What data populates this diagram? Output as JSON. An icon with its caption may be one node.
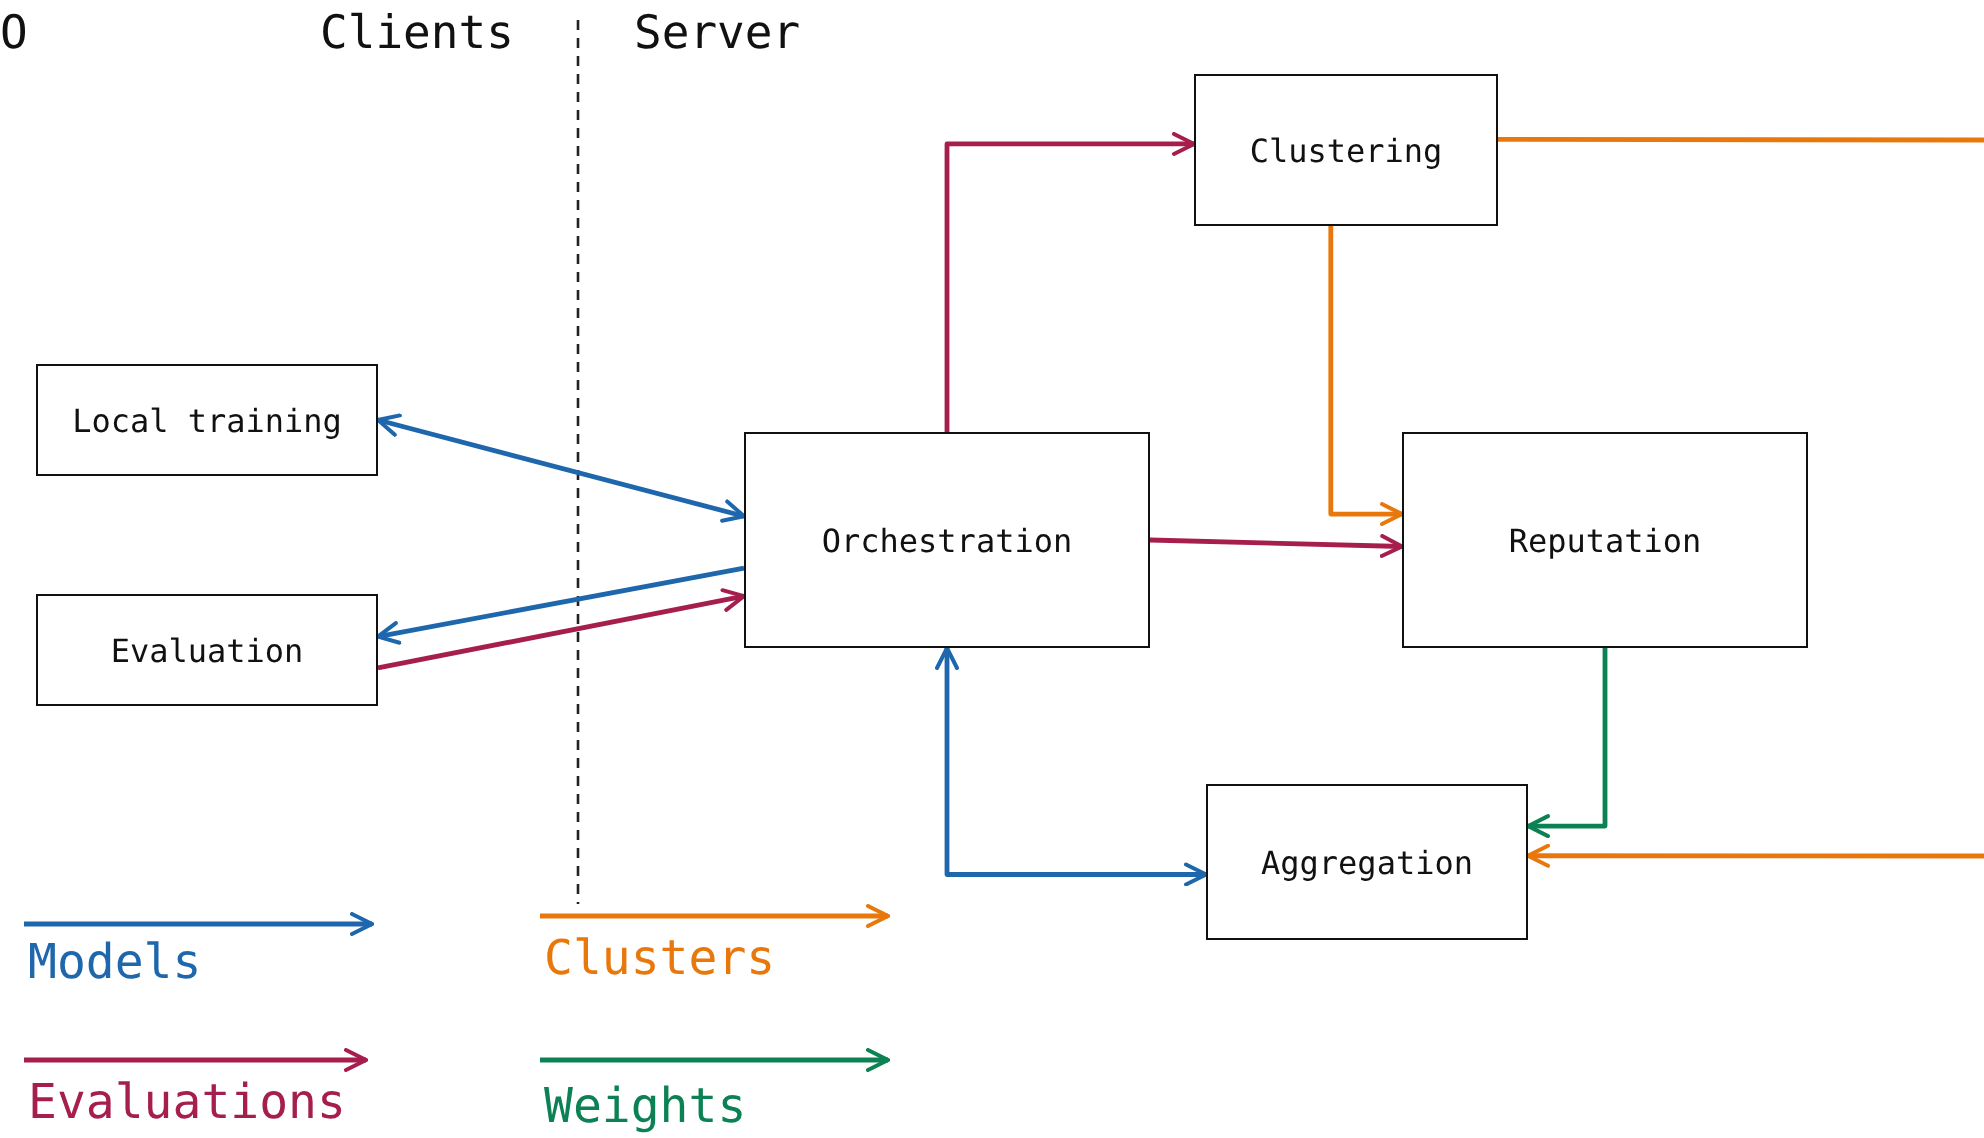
{
  "diagram": {
    "nodes": [
      {
        "text": [
          "Local training"
        ]
      },
      {
        "text": [
          "Evaluation"
        ]
      },
      {
        "text": [
          "Orchestration"
        ]
      },
      {
        "text": [
          "Clustering"
        ]
      },
      {
        "text": [
          "Reputation"
        ]
      },
      {
        "text": [
          "Aggregation"
        ]
      }
    ],
    "edges": [
      {
        "from": 0,
        "to": 2,
        "arrow": "both",
        "color": "#1f67ad"
      },
      {
        "from": 2,
        "to": 1,
        "arrow": "to",
        "color": "#1f67ad"
      },
      {
        "from": 1,
        "to": 2,
        "arrow": "to",
        "color": "#a61e4d"
      },
      {
        "from": 2,
        "to": 3,
        "arrow": "to",
        "color": "#a61e4d"
      },
      {
        "from": 2,
        "to": 4,
        "arrow": "to",
        "color": "#a61e4d"
      },
      {
        "from": 3,
        "to": 4,
        "arrow": "to",
        "color": "#e8780c"
      },
      {
        "from": 3,
        "to": null,
        "arrow": "none",
        "color": "#e8780c"
      },
      {
        "from": 4,
        "to": 5,
        "arrow": "to",
        "color": "#0c8154"
      },
      {
        "from": null,
        "to": 5,
        "arrow": "to",
        "color": "#e8780c"
      },
      {
        "from": 2,
        "to": 5,
        "arrow": "both",
        "color": "#1f67ad"
      }
    ],
    "labels": [
      "O",
      "Clients",
      "Server"
    ],
    "legend": [
      {
        "text": "Models"
      },
      {
        "text": "Clusters"
      },
      {
        "text": "Evaluations"
      },
      {
        "text": "Weights"
      }
    ]
  }
}
